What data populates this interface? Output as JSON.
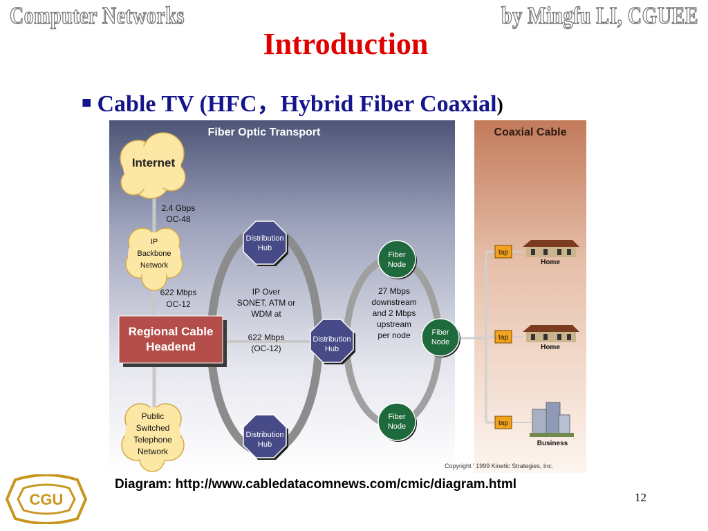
{
  "header": {
    "left": "Computer Networks",
    "right": "by Mingfu LI, CGUEE"
  },
  "slide": {
    "title": "Introduction",
    "bullet_marker": "■",
    "bullet_text": "Cable TV (HFC，Hybrid Fiber Coaxial",
    "bullet_close": ")",
    "caption": "Diagram: http://www.cabledatacomnews.com/cmic/diagram.html",
    "page_number": "12"
  },
  "diagram": {
    "fiber_title": "Fiber Optic Transport",
    "coax_title": "Coaxial Cable",
    "internet": "Internet",
    "link1": [
      "2.4 Gbps",
      "OC-48"
    ],
    "ip_backbone": [
      "IP",
      "Backbone",
      "Network"
    ],
    "link2": [
      "622 Mbps",
      "OC-12"
    ],
    "headend": [
      "Regional Cable",
      "Headend"
    ],
    "pstn": [
      "Public",
      "Switched",
      "Telephone",
      "Network"
    ],
    "hub": [
      "Distribution",
      "Hub"
    ],
    "ring1_text": [
      "IP Over",
      "SONET, ATM or",
      "WDM at",
      "",
      "622 Mbps",
      "(OC-12)"
    ],
    "fiber_node": [
      "Fiber",
      "Node"
    ],
    "ring2_text": [
      "27 Mbps",
      "downstream",
      "and 2 Mbps",
      "upstream",
      "per node"
    ],
    "tap": "tap",
    "home": "Home",
    "business": "Business",
    "copyright": "Copyright ' 1999 Kinetic Strategies, Inc."
  },
  "logo": {
    "text": "CGU",
    "color": "#c8961e"
  }
}
